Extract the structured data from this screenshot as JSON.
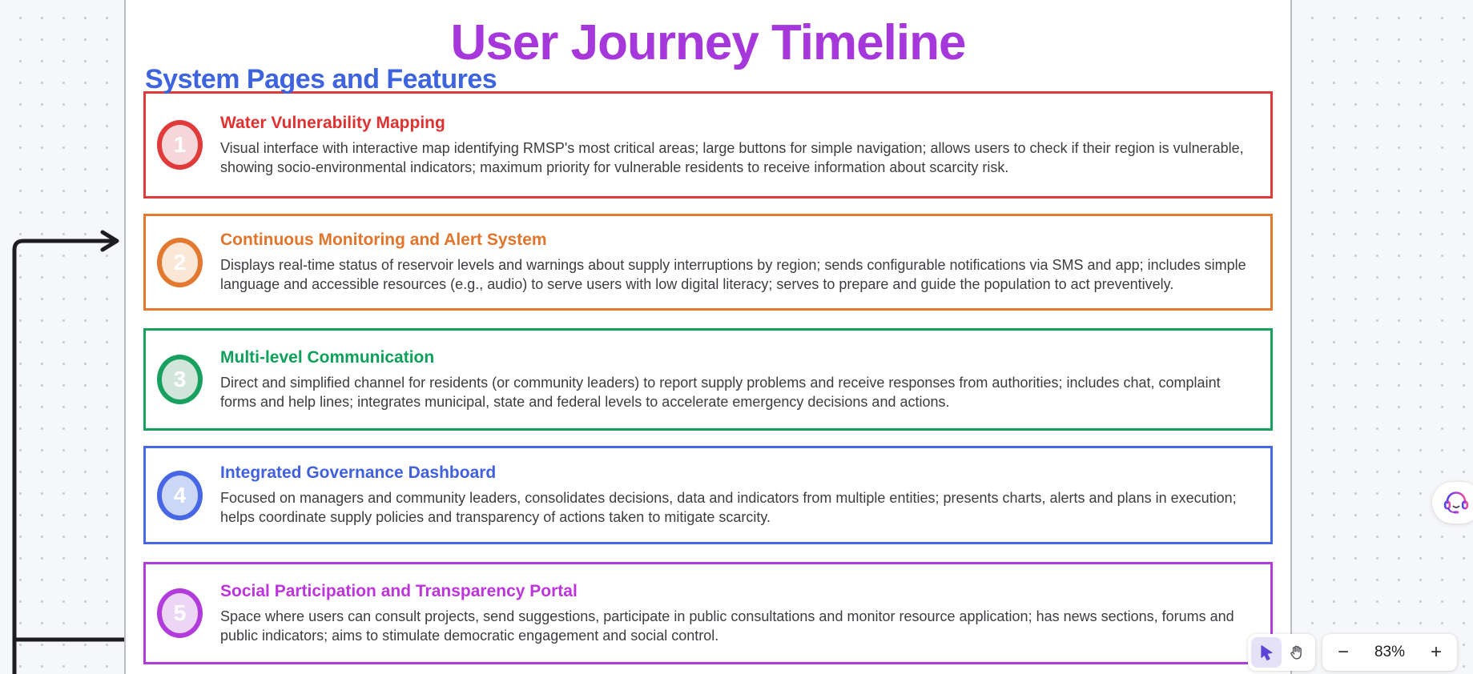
{
  "page": {
    "title": "User Journey Timeline",
    "title_color": "#a537db",
    "subtitle": "System Pages and Features",
    "subtitle_color": "#3d63de"
  },
  "sections": [
    {
      "number": "1",
      "title": "Water Vulnerability Mapping",
      "description": "Visual interface with interactive map identifying RMSP's most critical areas; large buttons for simple navigation; allows users to check if their region is vulnerable, showing socio-environmental indicators; maximum priority for vulnerable residents to receive information about scarcity risk.",
      "border_color": "#e03a3a",
      "circle_fill": "#f6d7d9",
      "title_color": "#e03131"
    },
    {
      "number": "2",
      "title": "Continuous Monitoring and Alert System",
      "description": "Displays real-time status of reservoir levels and warnings about supply interruptions by region; sends configurable notifications via SMS and app; includes simple language and accessible resources (e.g., audio) to serve users with low digital literacy; serves to prepare and guide the population to act preventively.",
      "border_color": "#e2792e",
      "circle_fill": "#fae7d5",
      "title_color": "#e1752b"
    },
    {
      "number": "3",
      "title": "Multi-level Communication",
      "description": "Direct and simplified channel for residents (or community leaders) to report supply problems and receive responses from authorities; includes chat, complaint forms and help lines; integrates municipal, state and federal levels to accelerate emergency decisions and actions.",
      "border_color": "#18a15e",
      "circle_fill": "#d2e5db",
      "title_color": "#0da05a"
    },
    {
      "number": "4",
      "title": "Integrated Governance Dashboard",
      "description": "Focused on managers and community leaders, consolidates decisions, data and indicators from multiple entities; presents charts, alerts and plans in execution; helps coordinate supply policies and transparency of actions taken to mitigate scarcity.",
      "border_color": "#4767e4",
      "circle_fill": "#cbd7f4",
      "title_color": "#4160dd"
    },
    {
      "number": "5",
      "title": "Social Participation and Transparency Portal",
      "description": "Space where users can consult projects, send suggestions, participate in public consultations and monitor resource application; has news sections, forums and public indicators; aims to stimulate democratic engagement and social control.",
      "border_color": "#b13cdb",
      "circle_fill": "#edd6f5",
      "title_color": "#bd34dc"
    }
  ],
  "toolbar": {
    "zoom_level": "83%",
    "zoom_out_label": "−",
    "zoom_in_label": "+"
  }
}
